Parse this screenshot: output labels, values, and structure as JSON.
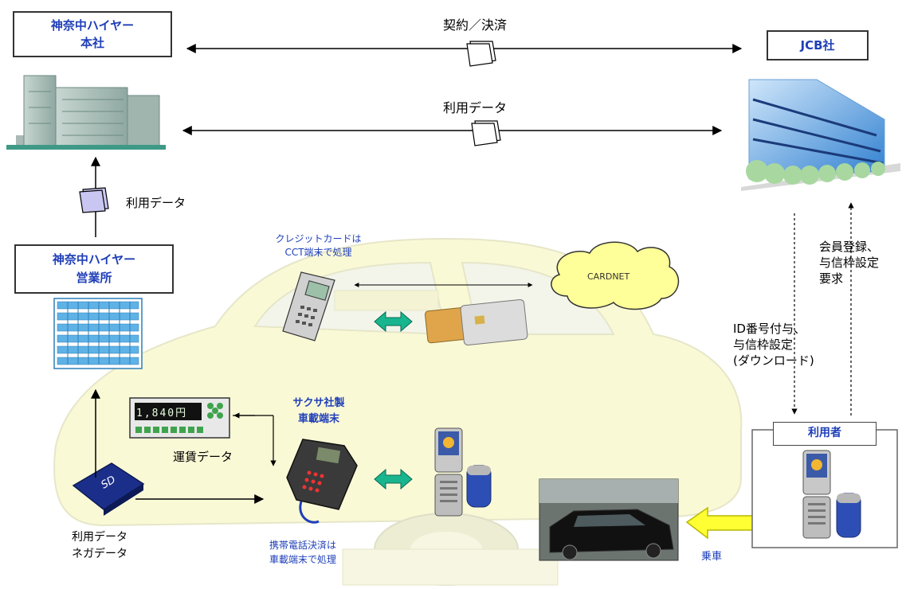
{
  "hq": {
    "label": "神奈中ハイヤー\n本社"
  },
  "jcb": {
    "label": "JCB社"
  },
  "branch": {
    "label": "神奈中ハイヤー\n営業所"
  },
  "user": {
    "label": "利用者"
  },
  "terminal": {
    "label": "サクサ社製\n車載端末"
  },
  "arrows": {
    "contract": "契約／決済",
    "usage_top": "利用データ",
    "usage_branch": "利用データ",
    "fare": "運賃データ",
    "sd_data": "利用データ\nネガデータ",
    "member": "会員登録、\n与信枠設定\n要求",
    "id_issue": "ID番号付与、\n与信枠設定\n(ダウンロード)",
    "boarding": "乗車"
  },
  "notes": {
    "credit": "クレジットカードは\nCCT端末で処理",
    "mobile": "携帯電話決済は\n車載端末で処理"
  },
  "cardnet": {
    "label": "CARDNET"
  },
  "meter": {
    "display": "1,840円"
  },
  "colors": {
    "accent": "#1f3fb8",
    "cloud": "#ffff99",
    "arrow_green": "#19b58f",
    "arrow_yellow": "#ffff33"
  }
}
